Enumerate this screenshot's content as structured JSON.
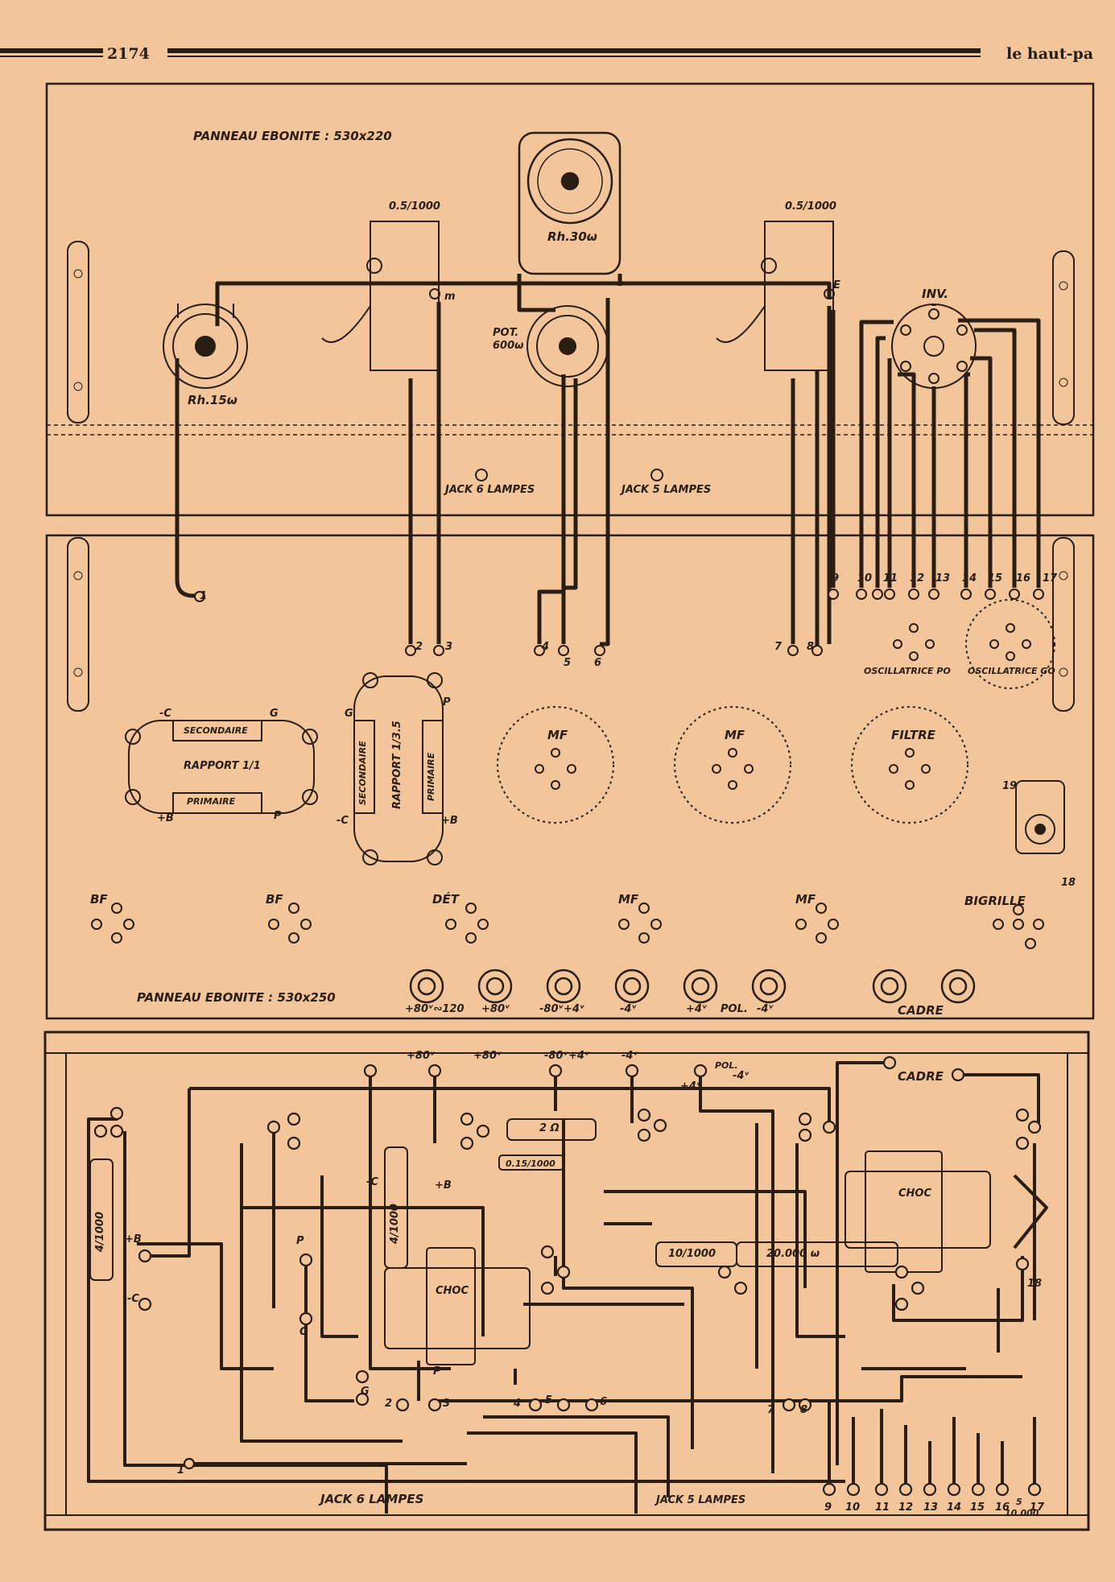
{
  "header": {
    "page_number": "2174",
    "magazine": "le haut-pa"
  },
  "upper_panel": {
    "title": "PANNEAU EBONITE : 530x220",
    "rheostat_left": "Rh.15ω",
    "rheostat_top": "Rh.30ω",
    "potentiometer": [
      "POT.",
      "600ω"
    ],
    "condenser_left": "0.5/1000",
    "condenser_right": "0.5/1000",
    "inverter": "INV.",
    "mark_m": "m",
    "mark_e": "E",
    "jack6": "JACK 6 LAMPES",
    "jack5": "JACK 5 LAMPES"
  },
  "lower_panel": {
    "title": "PANNEAU EBONITE : 530x250",
    "terminals_upper": [
      "1",
      "2",
      "3",
      "4",
      "5",
      "6",
      "7",
      "8",
      "9",
      "10",
      "11",
      "12",
      "13",
      "14",
      "15",
      "16",
      "17"
    ],
    "osc_po": "OSCILLATRICE PO",
    "osc_go": "OSCILLATRICE GO",
    "transformer_1": {
      "minus_c": "-C",
      "g": "G",
      "sec": "SECONDAIRE",
      "rapport": "RAPPORT 1/1",
      "prim": "PRIMAIRE",
      "plus_b": "+B",
      "p": "P"
    },
    "transformer_2": {
      "g": "G",
      "p": "P",
      "sec": "SECONDAIRE",
      "rapport": "RAPPORT 1/3.5",
      "prim": "PRIMAIRE",
      "minus_c": "-C",
      "plus_b": "+B"
    },
    "mf1": "MF",
    "mf2": "MF",
    "filtre": "FILTRE",
    "switch_19": "19",
    "switch_18": "18",
    "sockets": [
      "BF",
      "BF",
      "DÉT",
      "MF",
      "MF",
      "BIGRILLE"
    ],
    "bornes": [
      "+80ᵛ∾120",
      "+80ᵛ",
      "-80ᵛ+4ᵛ",
      "-4ᵛ",
      "+4ᵛ",
      "-4ᵛ",
      "",
      ""
    ],
    "pol": "POL.",
    "cadre": "CADRE"
  },
  "baseboard": {
    "top_labels": [
      "+80ᵛ",
      "+80ᵛ",
      "-80ᵛ+4ᵛ",
      "-4ᵛ",
      "POL.",
      "-4ᵛ",
      "+4ᵛ",
      "CADRE"
    ],
    "cap_4_1000_left": "4/1000",
    "cap_4_1000_mid": "4/1000",
    "res_2ohm": "2 Ω",
    "cap_015": "0.15/1000",
    "cap_10_1000": "10/1000",
    "res_20000": "20.000 ω",
    "choc_left": "CHOC",
    "choc_right": "CHOC",
    "left_labels": [
      "+B",
      "-C",
      "P",
      "G",
      "G",
      "P",
      "-C",
      "+B"
    ],
    "bottom_numbers": [
      "1",
      "2",
      "3",
      "4",
      "5",
      "6",
      "7",
      "8",
      "9",
      "10",
      "11",
      "12",
      "13",
      "14",
      "15",
      "16",
      "17",
      "18"
    ],
    "jack6": "JACK 6 LAMPES",
    "jack5": "JACK 5 LAMPES",
    "cap_5_10000": [
      "5",
      "10.000"
    ]
  }
}
